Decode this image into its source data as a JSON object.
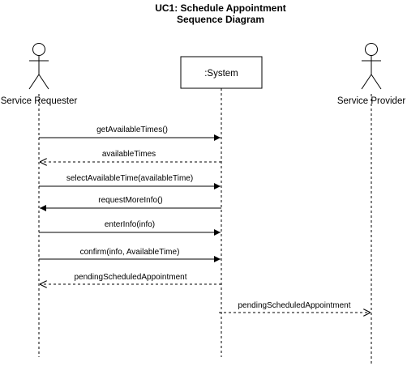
{
  "diagram": {
    "title_line1": "UC1: Schedule Appointment",
    "title_line2": "Sequence Diagram",
    "actors": {
      "requester": "Service Requester",
      "system": ":System",
      "provider": "Service Provider"
    },
    "messages": [
      {
        "label": "getAvailableTimes()",
        "from": "requester",
        "to": "system",
        "style": "sync"
      },
      {
        "label": "availableTimes",
        "from": "system",
        "to": "requester",
        "style": "return"
      },
      {
        "label": "selectAvailableTime(availableTime)",
        "from": "requester",
        "to": "system",
        "style": "sync"
      },
      {
        "label": "requestMoreInfo()",
        "from": "system",
        "to": "requester",
        "style": "sync"
      },
      {
        "label": "enterInfo(info)",
        "from": "requester",
        "to": "system",
        "style": "sync"
      },
      {
        "label": "confirm(info, AvailableTime)",
        "from": "requester",
        "to": "system",
        "style": "sync"
      },
      {
        "label": "pendingScheduledAppointment",
        "from": "system",
        "to": "requester",
        "style": "return"
      },
      {
        "label": "pendingScheduledAppointment",
        "from": "system",
        "to": "provider",
        "style": "return"
      }
    ]
  }
}
